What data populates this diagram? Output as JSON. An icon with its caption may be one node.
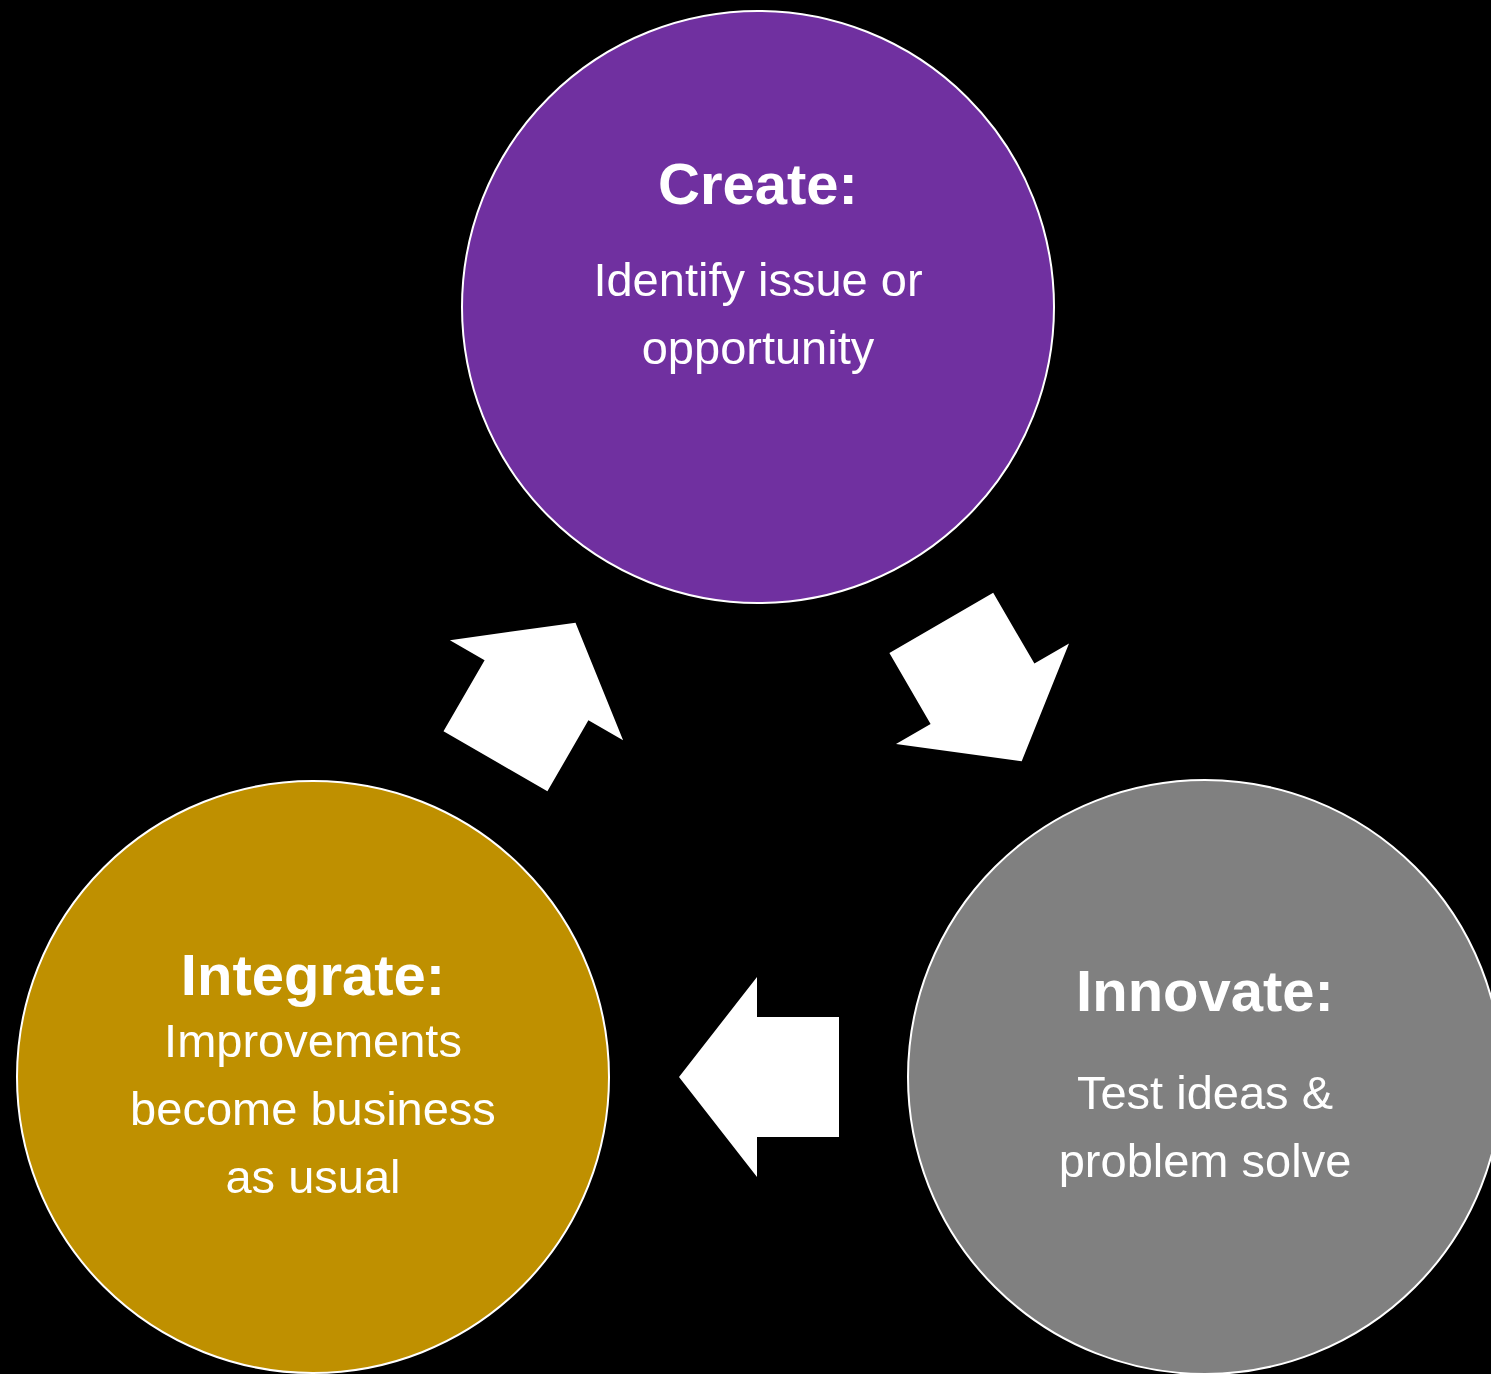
{
  "diagram": {
    "nodes": [
      {
        "text": [
          "Create:",
          "Identify issue or opportunity"
        ]
      },
      {
        "text": [
          "Innovate:",
          "Test ideas & problem solve"
        ]
      },
      {
        "text": [
          "Integrate:",
          "Improvements become business as usual"
        ]
      }
    ],
    "edges": [
      {
        "from": 0,
        "to": 1,
        "arrow": "to"
      },
      {
        "from": 1,
        "to": 2,
        "arrow": "to"
      },
      {
        "from": 2,
        "to": 0,
        "arrow": "to"
      }
    ]
  }
}
